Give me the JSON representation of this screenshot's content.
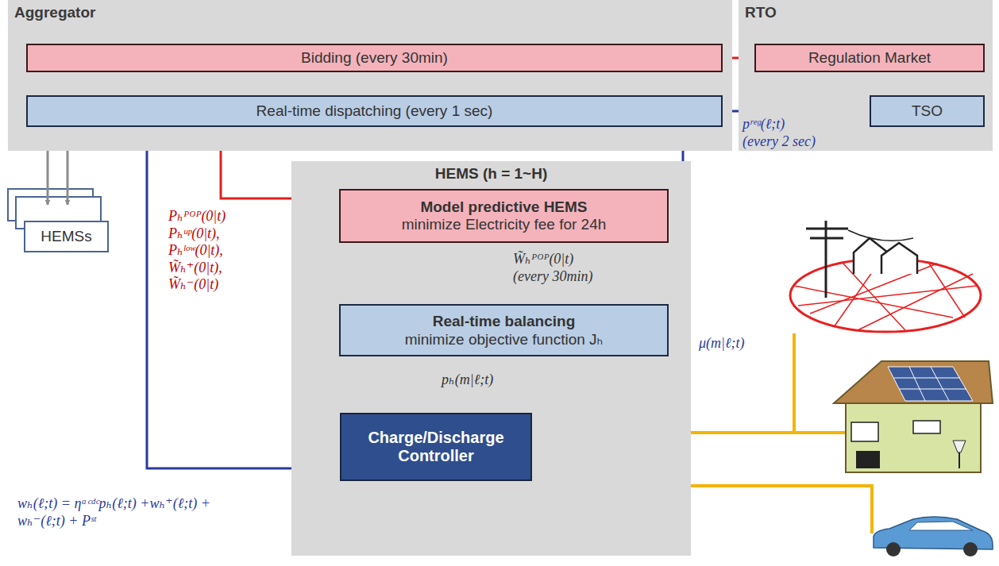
{
  "diagram": {
    "nodes": [
      {
        "text": [
          "Aggregator"
        ]
      },
      {
        "text": [
          "Bidding (every 30min)"
        ],
        "in": 0
      },
      {
        "text": [
          "Real-time dispatching (every 1 sec)"
        ],
        "in": 0
      },
      {
        "text": [
          "RTO"
        ]
      },
      {
        "text": [
          "Regulation Market"
        ],
        "in": 3
      },
      {
        "text": [
          "TSO"
        ],
        "in": 3
      },
      {
        "text": [
          "HEMSs"
        ]
      },
      {
        "text": [
          "HEMS (h = 1~H)"
        ]
      },
      {
        "text": [
          "Model predictive HEMS",
          "minimize Electricity fee for 24h"
        ],
        "in": 7
      },
      {
        "text": [
          "Real-time balancing",
          "minimize objective function Jₕ"
        ],
        "in": 7
      },
      {
        "text": [
          "Charge/Discharge Controller"
        ],
        "in": 7
      }
    ],
    "edges": [
      {
        "from": 1,
        "to": 4,
        "arrow": "to"
      },
      {
        "from": 4,
        "to": 5,
        "arrow": "to"
      },
      {
        "from": 5,
        "to": 2,
        "arrow": "to",
        "label": "pʳᵉᵍ(ℓ;t) (every 2 sec)"
      },
      {
        "from": 2,
        "to": 9,
        "arrow": "to",
        "label": "μ(m|ℓ;t)"
      },
      {
        "from": 8,
        "to": 1,
        "arrow": "to",
        "label": "Pₕᴾᴼᴾ(0|t) Pₕᵘᵖ(0|t), Pₕˡᵒʷ(0|t), W̃ₕ⁺(0|t), W̃ₕ⁻(0|t)"
      },
      {
        "from": 8,
        "to": 9,
        "arrow": "to",
        "label": "W̃ₕᴾᴼᴾ(0|t) (every 30min)"
      },
      {
        "from": 9,
        "to": 10,
        "arrow": "to",
        "label": "pₕ(m|ℓ;t)"
      },
      {
        "from": 10,
        "to": 2,
        "arrow": "to",
        "label": "wₕ(ℓ;t) = ηᵃᶜᵈᶜpₕ(ℓ;t) +wₕ⁺(ℓ;t) + wₕ⁻(ℓ;t) + Pˢᵗ"
      },
      {
        "from": 6,
        "to": 1,
        "arrow": "both"
      },
      {
        "from": 6,
        "to": 2,
        "arrow": "both"
      }
    ]
  }
}
